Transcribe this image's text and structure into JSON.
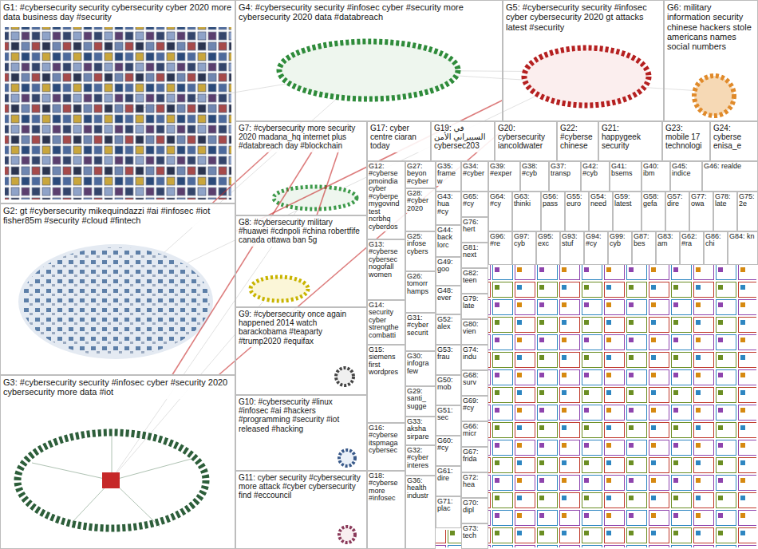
{
  "diagram": {
    "nodes": [
      {
        "text": [
          "G1: #cybersecurity security cybersecurity cyber 2020 more data business day #security"
        ]
      },
      {
        "text": [
          "G4: #cybersecurity security #infosec cyber #security more cybersecurity 2020 data #databreach"
        ]
      },
      {
        "text": [
          "G5: #cybersecurity security #infosec cyber cybersecurity 2020 gt attacks latest #security"
        ]
      },
      {
        "text": [
          "G6: military information security chinese hackers stole americans names social numbers"
        ]
      },
      {
        "text": [
          "G2: gt #cybersecurity mikequindazzi #ai #infosec #iot fisher85m #security #cloud #fintech"
        ]
      },
      {
        "text": [
          "G3: #cybersecurity security #infosec cyber #security 2020 cybersecurity more data #iot"
        ]
      },
      {
        "text": [
          "G7: #cybersecurity more security 2020 madana_hq internet plus #databreach day #blockchain"
        ]
      },
      {
        "text": [
          "G8: #cybersecurity military #huawei #cdnpoli #china robertfife canada ottawa ban 5g"
        ]
      },
      {
        "text": [
          "G9: #cybersecurity once again happened 2014 watch barackobama #teaparty #trump2020 #equifax"
        ]
      },
      {
        "text": [
          "G10: #cybersecurity #linux #infosec #ai #hackers #programming #security #iot released #hacking"
        ]
      },
      {
        "text": [
          "G11: cyber security #cybersecurity more attack #cyber cybersecurity find #eccouncil"
        ]
      },
      {
        "text": [
          "G17: cyber centre ciaran today"
        ]
      },
      {
        "text": [
          "G19: في السيبراني الأمن cybersec203"
        ]
      },
      {
        "text": [
          "G20: cybersecurity iancoldwater"
        ]
      },
      {
        "text": [
          "G22: #cyberse chinese"
        ]
      },
      {
        "text": [
          "G21: happygeek security"
        ]
      },
      {
        "text": [
          "G23: mobile 17 technologi"
        ]
      },
      {
        "text": [
          "G24: cyberse enisa_e"
        ]
      },
      {
        "text": [
          "G12: #cyberse pmoindia cyber #cyberpe mygovind test ncrbhq cyberdos"
        ]
      },
      {
        "text": [
          "G13: #cyberse cybersec nogofall women"
        ]
      },
      {
        "text": [
          "G14: security cyber strengthe combatti"
        ]
      },
      {
        "text": [
          "G15: siemens first wordpres"
        ]
      },
      {
        "text": [
          "G16: #cyberse itspmaga cybersec"
        ]
      },
      {
        "text": [
          "G18: #cyberse more #infosec"
        ]
      },
      {
        "text": [
          "G27: beyon #cyber"
        ]
      },
      {
        "text": [
          "G28: #cyber 2020"
        ]
      },
      {
        "text": [
          "G25: infose cybers"
        ]
      },
      {
        "text": [
          "G26: tomorr hamps"
        ]
      },
      {
        "text": [
          "G31: #cyber securit"
        ]
      },
      {
        "text": [
          "G30: infogra few"
        ]
      },
      {
        "text": [
          "G29: santi_ sugge"
        ]
      },
      {
        "text": [
          "G33: aksha sirpare"
        ]
      },
      {
        "text": [
          "G32: #cyber interes"
        ]
      },
      {
        "text": [
          "G36: health industr"
        ]
      },
      {
        "text": [
          "G35: framew"
        ]
      },
      {
        "text": [
          "G34: #cyber"
        ]
      },
      {
        "text": [
          "G39: #exper"
        ]
      },
      {
        "text": [
          "G38: #cyb"
        ]
      },
      {
        "text": [
          "G37: transp"
        ]
      },
      {
        "text": [
          "G42: #cyb"
        ]
      },
      {
        "text": [
          "G41: bsems"
        ]
      },
      {
        "text": [
          "G40: ibm"
        ]
      },
      {
        "text": [
          "G45: indice"
        ]
      },
      {
        "text": [
          "G46: realde"
        ]
      },
      {
        "text": [
          "G43: hua #cy"
        ]
      },
      {
        "text": [
          "G44: back lorc"
        ]
      },
      {
        "text": [
          "G49: goo"
        ]
      },
      {
        "text": [
          "G48: ever"
        ]
      },
      {
        "text": [
          "G52: alex"
        ]
      },
      {
        "text": [
          "G53: frau"
        ]
      },
      {
        "text": [
          "G50: mob"
        ]
      },
      {
        "text": [
          "G51: sec"
        ]
      },
      {
        "text": [
          "G60: #cy"
        ]
      },
      {
        "text": [
          "G61: dire"
        ]
      },
      {
        "text": [
          "G65: #cy"
        ]
      },
      {
        "text": [
          "G76: hert"
        ]
      },
      {
        "text": [
          "G81: next"
        ]
      },
      {
        "text": [
          "G82: teen"
        ]
      },
      {
        "text": [
          "G79: late"
        ]
      },
      {
        "text": [
          "G80: vien"
        ]
      },
      {
        "text": [
          "G74: indu"
        ]
      },
      {
        "text": [
          "G68: surv"
        ]
      },
      {
        "text": [
          "G69: #cy"
        ]
      },
      {
        "text": [
          "G66: micr"
        ]
      },
      {
        "text": [
          "G67: frida"
        ]
      },
      {
        "text": [
          "G72: hea"
        ]
      },
      {
        "text": [
          "G70: dipl"
        ]
      },
      {
        "text": [
          "G73: tech"
        ]
      },
      {
        "text": [
          "G71: plac"
        ]
      },
      {
        "text": [
          "G64: #cy"
        ]
      },
      {
        "text": [
          "G63: thinki"
        ]
      },
      {
        "text": [
          "G56: pass"
        ]
      },
      {
        "text": [
          "G55: euro"
        ]
      },
      {
        "text": [
          "G54: need"
        ]
      },
      {
        "text": [
          "G59: latest"
        ]
      },
      {
        "text": [
          "G58: gefa"
        ]
      },
      {
        "text": [
          "G57: dire"
        ]
      },
      {
        "text": [
          "G77: owa"
        ]
      },
      {
        "text": [
          "G78: late"
        ]
      },
      {
        "text": [
          "G75: 2e"
        ]
      },
      {
        "text": [
          "G96: #re"
        ]
      },
      {
        "text": [
          "G97: cyb"
        ]
      },
      {
        "text": [
          "G95: exc"
        ]
      },
      {
        "text": [
          "G93: stuf"
        ]
      },
      {
        "text": [
          "G94: #cy"
        ]
      },
      {
        "text": [
          "G99: cyb"
        ]
      },
      {
        "text": [
          "G87: bes"
        ]
      },
      {
        "text": [
          "G83: am"
        ]
      },
      {
        "text": [
          "G62: #ra"
        ]
      },
      {
        "text": [
          "G86: chi"
        ]
      },
      {
        "text": [
          "G84: kn"
        ]
      }
    ],
    "edges": [
      {
        "from": 5,
        "to": 1,
        "arrow": "none"
      },
      {
        "from": 5,
        "to": 2,
        "arrow": "none"
      },
      {
        "from": 4,
        "to": 2,
        "arrow": "none"
      },
      {
        "from": 4,
        "to": 1,
        "arrow": "none"
      },
      {
        "from": 7,
        "to": 1,
        "arrow": "none"
      }
    ]
  }
}
